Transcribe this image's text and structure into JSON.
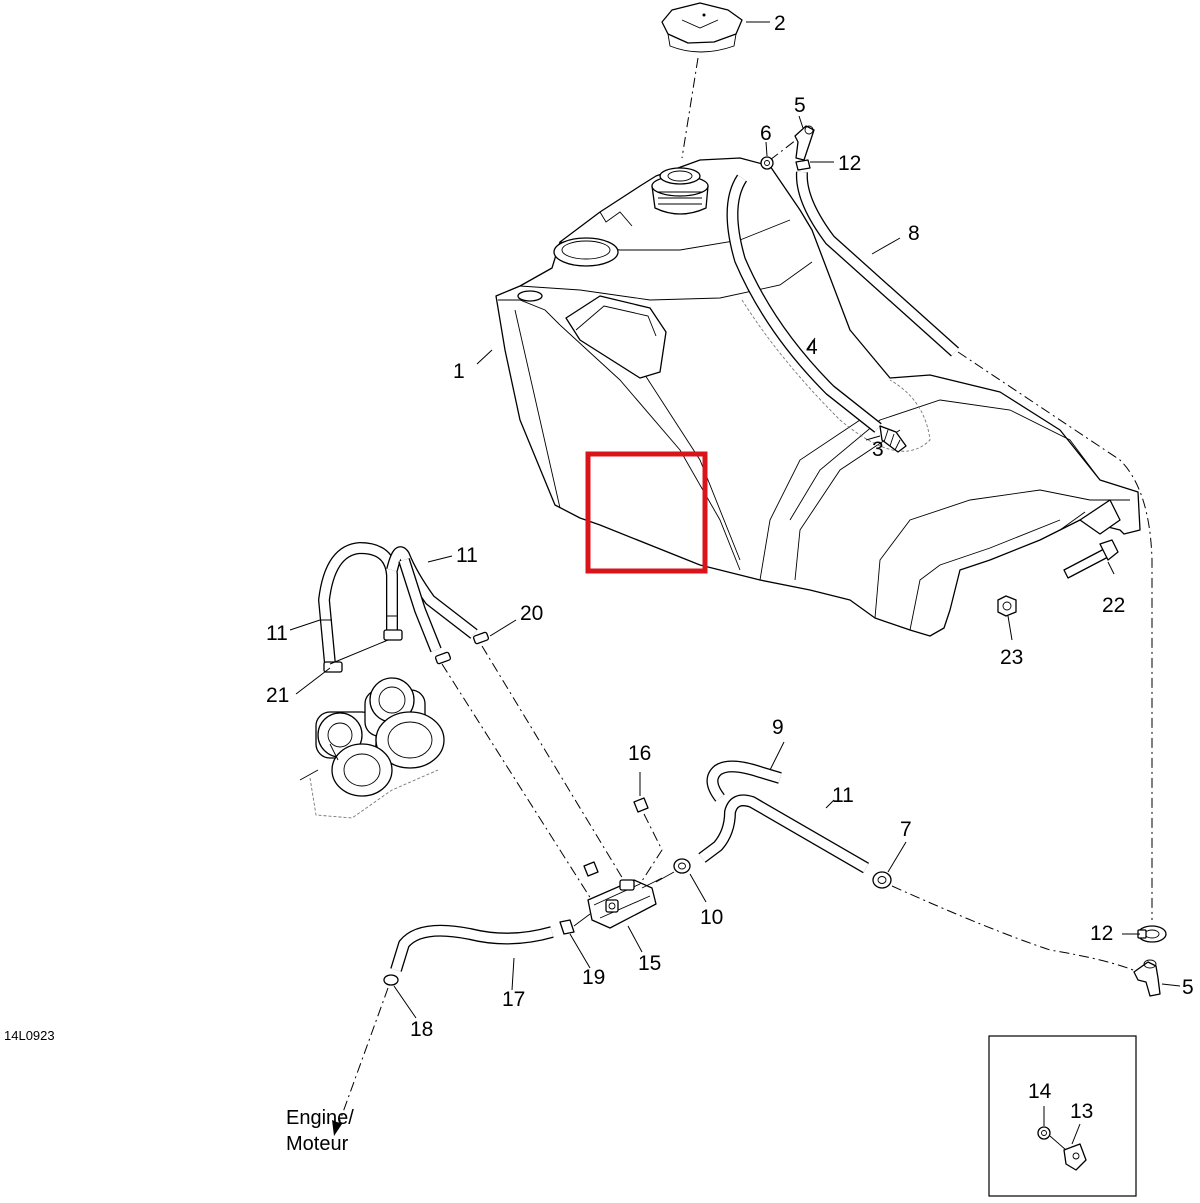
{
  "drawing_ref": "14L0923",
  "callouts": {
    "c1": "1",
    "c2": "2",
    "c3": "3",
    "c4": "4",
    "c5a": "5",
    "c5b": "5",
    "c6": "6",
    "c7": "7",
    "c8": "8",
    "c9": "9",
    "c10": "10",
    "c11a": "11",
    "c11b": "11",
    "c11c": "11",
    "c12a": "12",
    "c12b": "12",
    "c13": "13",
    "c14": "14",
    "c15": "15",
    "c16": "16",
    "c17": "17",
    "c18": "18",
    "c19": "19",
    "c20": "20",
    "c21": "21",
    "c22": "22",
    "c23": "23"
  },
  "engine_label": {
    "line1": "Engine/",
    "line2": "Moteur"
  },
  "highlight": {
    "color": "#d9141b"
  }
}
